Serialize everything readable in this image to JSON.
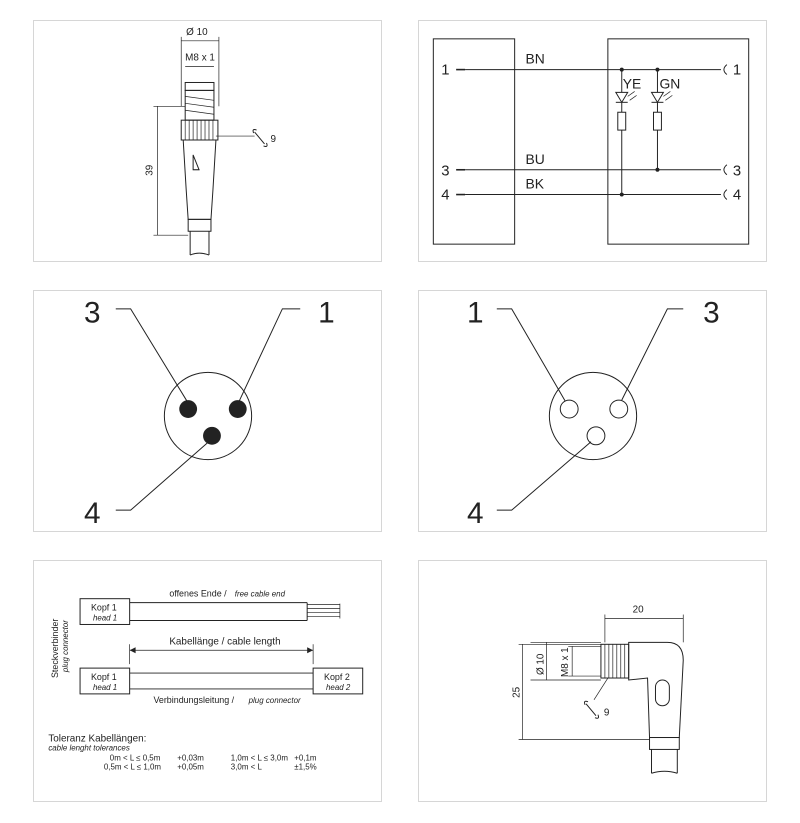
{
  "panel1": {
    "diameter_label": "Ø 10",
    "thread_label": "M8 x 1",
    "length_label": "39",
    "wrench_label": "9"
  },
  "wiring": {
    "pins": [
      "1",
      "3",
      "4"
    ],
    "wires": [
      "BN",
      "BU",
      "BK"
    ],
    "leds": [
      "YE",
      "GN"
    ]
  },
  "pinout_male": {
    "pins": [
      "3",
      "1",
      "4"
    ]
  },
  "pinout_female": {
    "pins": [
      "1",
      "3",
      "4"
    ]
  },
  "cable": {
    "side_label": "Steckverbinder",
    "side_label_en": "plug connector",
    "head1": "Kopf 1",
    "head1_en": "head 1",
    "head2": "Kopf 2",
    "head2_en": "head 2",
    "free_end": "offenes Ende /",
    "free_end_en": "free cable end",
    "length": "Kabellänge / cable length",
    "plug_conn": "Verbindungsleitung /",
    "plug_conn_en": "plug connector",
    "tol_title": "Toleranz Kabellängen:",
    "tol_title_en": "cable lenght tolerances",
    "tolerances": [
      {
        "range": "0m < L ≤ 0,5m",
        "value": "+0,03m"
      },
      {
        "range": "0,5m < L ≤ 1,0m",
        "value": "+0,05m"
      },
      {
        "range": "1,0m < L ≤ 3,0m",
        "value": "+0,1m"
      },
      {
        "range": "3,0m < L",
        "value": "±1,5%"
      }
    ]
  },
  "angled": {
    "width_label": "20",
    "diameter_label": "Ø 10",
    "thread_label": "M8 x 1",
    "height_label": "25",
    "wrench_label": "9"
  }
}
